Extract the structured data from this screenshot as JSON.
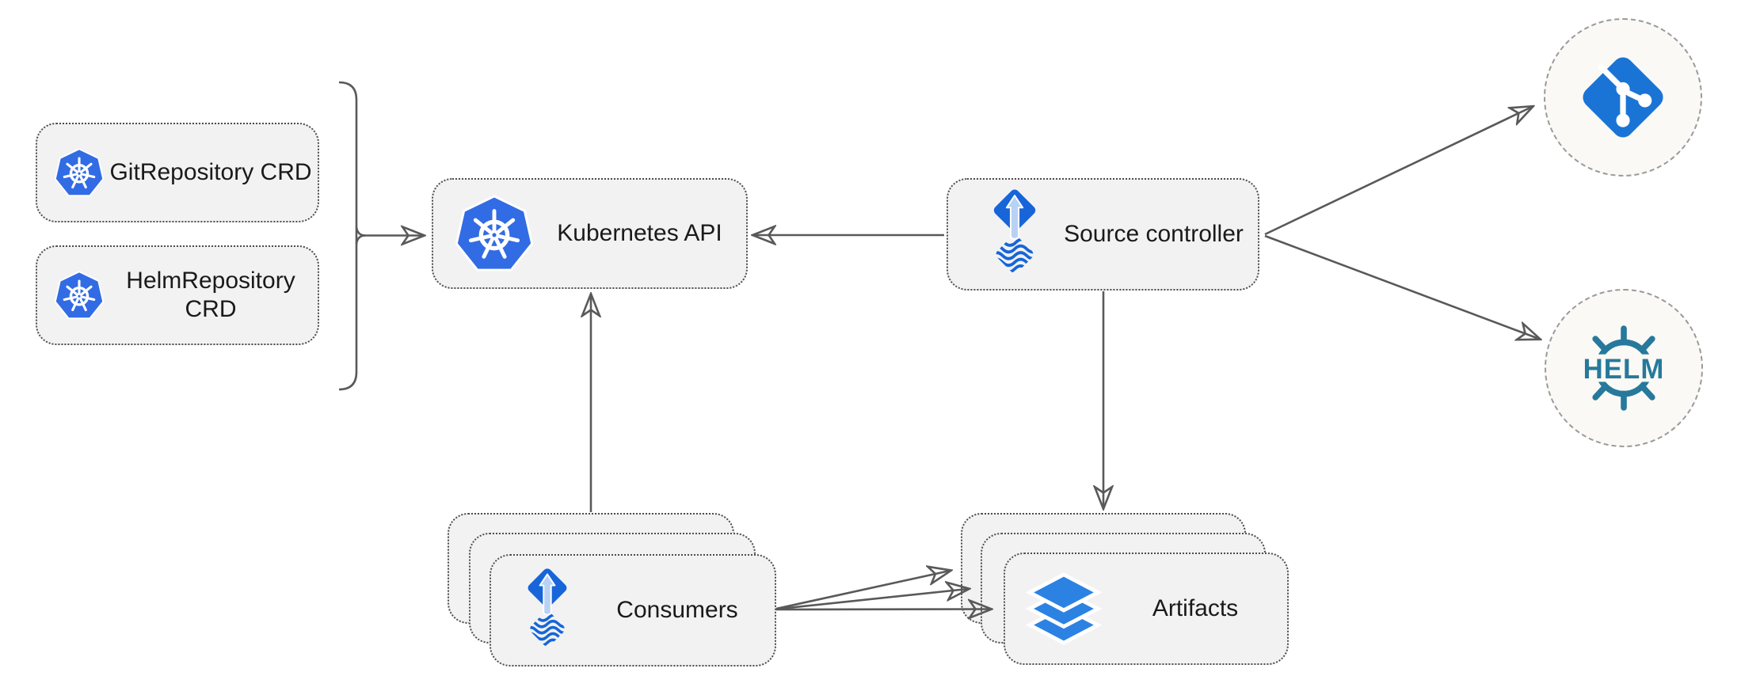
{
  "colors": {
    "line": "#595959",
    "box_fill": "#f2f2f2",
    "box_border": "#4d4d4d",
    "circle_fill": "#faf9f5",
    "circle_border": "#9a9a9a",
    "kubernetes_blue": "#326CE5",
    "flux_blue": "#1765d8",
    "flux_arrow_light": "#b9d2f4",
    "git_blue": "#1a74d6",
    "helm_teal": "#26799c",
    "layers_blue": "#2b82e2",
    "text": "#1a1a1a"
  },
  "nodes": {
    "git_repository_crd": {
      "label": "GitRepository CRD",
      "icon": "kubernetes-icon"
    },
    "helm_repository_crd": {
      "label": "HelmRepository CRD",
      "icon": "kubernetes-icon"
    },
    "kubernetes_api": {
      "label": "Kubernetes API",
      "icon": "kubernetes-icon"
    },
    "source_controller": {
      "label": "Source controller",
      "icon": "flux-source-controller-icon"
    },
    "consumers": {
      "label": "Consumers",
      "icon": "flux-source-controller-icon",
      "stacked": 3
    },
    "artifacts": {
      "label": "Artifacts",
      "icon": "layers-icon",
      "stacked": 3
    },
    "git_endpoint": {
      "label": "",
      "icon": "git-icon"
    },
    "helm_endpoint": {
      "label": "HELM",
      "icon": "helm-icon"
    }
  },
  "edges": [
    {
      "from": "git_repository_crd & helm_repository_crd (bracket)",
      "to": "kubernetes_api",
      "style": "arrow"
    },
    {
      "from": "source_controller",
      "to": "kubernetes_api",
      "style": "arrow"
    },
    {
      "from": "source_controller",
      "to": "git_endpoint",
      "style": "arrow"
    },
    {
      "from": "source_controller",
      "to": "helm_endpoint",
      "style": "arrow"
    },
    {
      "from": "source_controller",
      "to": "artifacts",
      "style": "arrow"
    },
    {
      "from": "consumers",
      "to": "kubernetes_api",
      "style": "arrow"
    },
    {
      "from": "consumers",
      "to": "artifacts",
      "style": "arrow-fan",
      "count": 3
    }
  ]
}
